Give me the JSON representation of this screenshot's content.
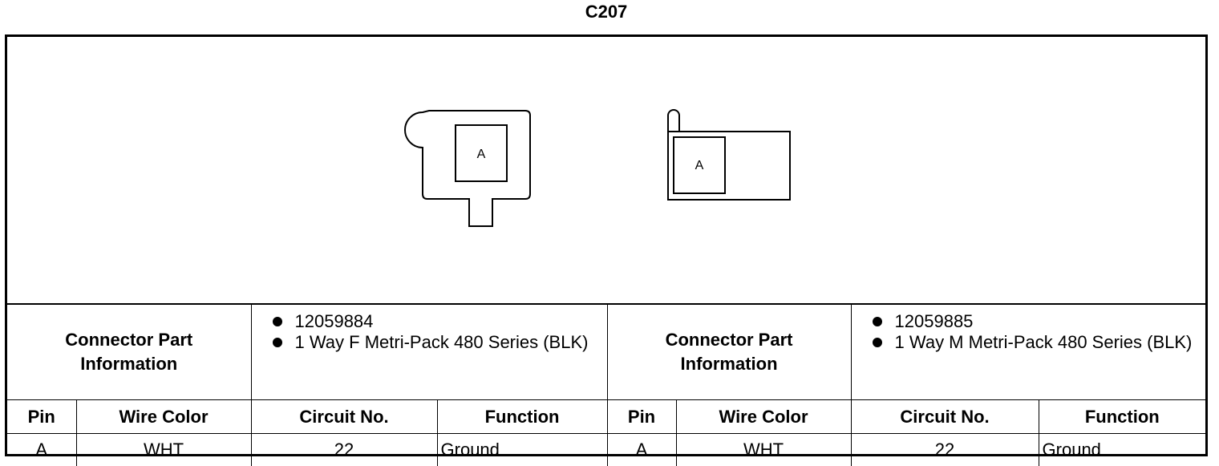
{
  "title": "C207",
  "connectors": [
    {
      "pin_label": "A",
      "part_info_label_line1": "Connector Part",
      "part_info_label_line2": "Information",
      "part_info": [
        "12059884",
        "1 Way F Metri-Pack 480 Series (BLK)"
      ]
    },
    {
      "pin_label": "A",
      "part_info_label_line1": "Connector Part",
      "part_info_label_line2": "Information",
      "part_info": [
        "12059885",
        "1 Way M Metri-Pack 480 Series (BLK)"
      ]
    }
  ],
  "columns": [
    "Pin",
    "Wire Color",
    "Circuit No.",
    "Function"
  ],
  "rows": [
    {
      "left": {
        "pin": "A",
        "wire_color": "WHT",
        "circuit": "22",
        "function": "Ground"
      },
      "right": {
        "pin": "A",
        "wire_color": "WHT",
        "circuit": "22",
        "function": "Ground"
      }
    }
  ]
}
